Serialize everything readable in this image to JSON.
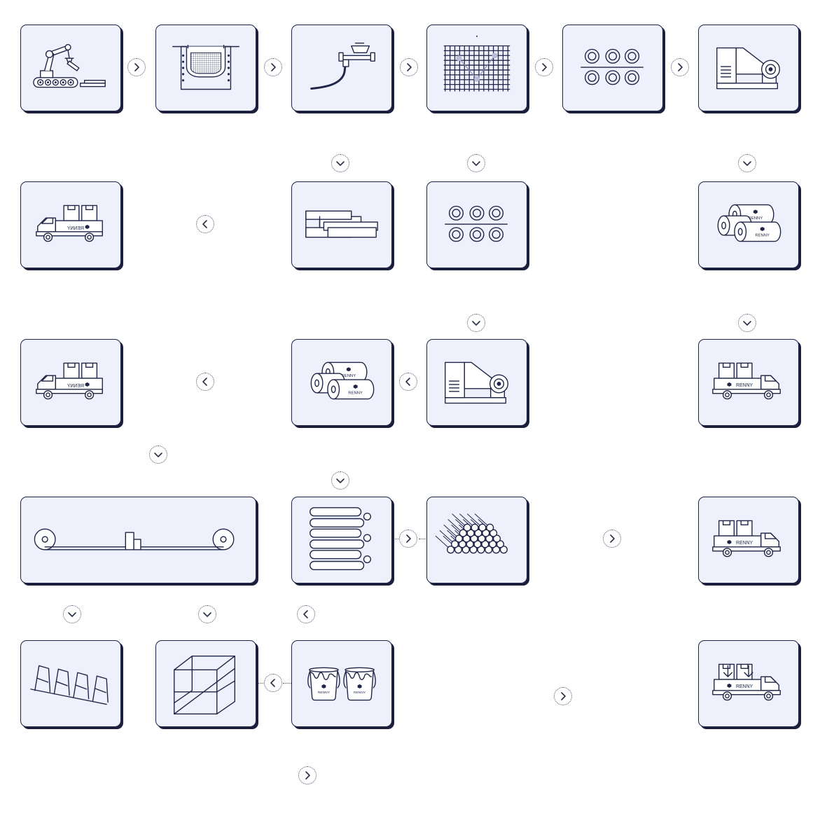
{
  "diagram": {
    "title": "",
    "palette": {
      "card_fill": "#eef1fc",
      "ink": "#1f2547",
      "shadow": "#1b1f3c",
      "connector": "#4b5168"
    },
    "brand_text": "RENNY",
    "steps": [
      {
        "id": "robot-arm",
        "icon": "robotic-arm-conveyor-icon"
      },
      {
        "id": "melting-furnace",
        "icon": "furnace-crucible-icon"
      },
      {
        "id": "wire-drawing",
        "icon": "wire-drawing-nozzle-icon"
      },
      {
        "id": "mesh-weaving",
        "icon": "mesh-grid-icon"
      },
      {
        "id": "coils-top",
        "icon": "coil-grid-icon"
      },
      {
        "id": "winding-machine-top",
        "icon": "winding-machine-icon"
      },
      {
        "id": "truck-row2",
        "icon": "delivery-truck-icon"
      },
      {
        "id": "stacked-beams",
        "icon": "stacked-beams-icon"
      },
      {
        "id": "coils-middle",
        "icon": "coil-grid-icon"
      },
      {
        "id": "branded-rolls-right",
        "icon": "branded-rolls-icon"
      },
      {
        "id": "truck-row3",
        "icon": "delivery-truck-icon"
      },
      {
        "id": "branded-rolls-middle",
        "icon": "branded-rolls-icon"
      },
      {
        "id": "winding-machine-middle",
        "icon": "winding-machine-icon"
      },
      {
        "id": "branded-truck-row3",
        "icon": "branded-truck-icon"
      },
      {
        "id": "conveyor-line",
        "icon": "conveyor-line-icon"
      },
      {
        "id": "rolled-rods",
        "icon": "rolled-rods-icon"
      },
      {
        "id": "pipe-stack",
        "icon": "pipe-stack-icon"
      },
      {
        "id": "branded-truck-row4",
        "icon": "branded-truck-icon"
      },
      {
        "id": "fence-panels",
        "icon": "fence-panels-icon"
      },
      {
        "id": "wire-cage",
        "icon": "wire-cage-icon"
      },
      {
        "id": "paint-buckets",
        "icon": "paint-buckets-icon"
      },
      {
        "id": "loading-truck",
        "icon": "loading-truck-icon"
      }
    ],
    "connectors": [
      {
        "icon": "chevron-right-icon"
      },
      {
        "icon": "chevron-right-icon"
      },
      {
        "icon": "chevron-right-icon"
      },
      {
        "icon": "chevron-right-icon"
      },
      {
        "icon": "chevron-right-icon"
      },
      {
        "icon": "chevron-down-icon"
      },
      {
        "icon": "chevron-down-icon"
      },
      {
        "icon": "chevron-down-icon"
      },
      {
        "icon": "chevron-left-icon"
      },
      {
        "icon": "chevron-down-icon"
      },
      {
        "icon": "chevron-down-icon"
      },
      {
        "icon": "chevron-left-icon"
      },
      {
        "icon": "chevron-left-icon"
      },
      {
        "icon": "chevron-down-icon"
      },
      {
        "icon": "chevron-down-icon"
      },
      {
        "icon": "chevron-right-icon"
      },
      {
        "icon": "chevron-right-icon"
      },
      {
        "icon": "chevron-down-icon"
      },
      {
        "icon": "chevron-down-icon"
      },
      {
        "icon": "chevron-left-icon"
      },
      {
        "icon": "chevron-left-icon"
      },
      {
        "icon": "chevron-right-icon"
      },
      {
        "icon": "chevron-right-icon"
      }
    ]
  }
}
